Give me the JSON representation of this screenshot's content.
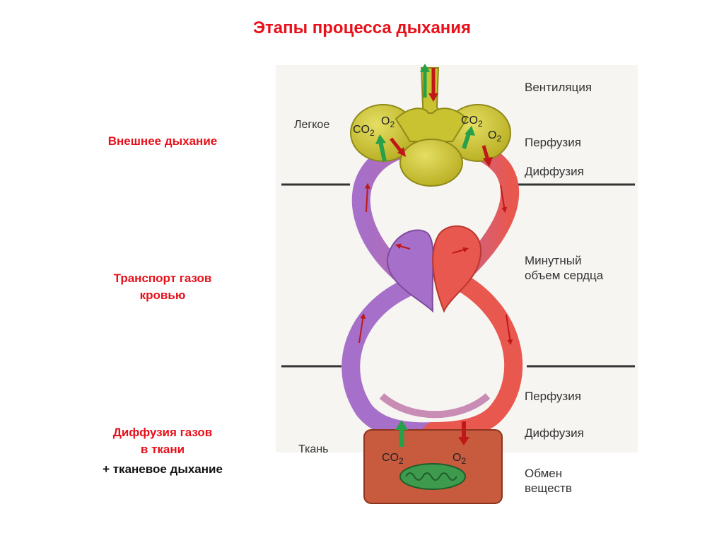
{
  "title": "Этапы процесса дыхания",
  "left_labels": {
    "external": "Внешнее дыхание",
    "transport_line1": "Транспорт газов",
    "transport_line2": "кровью",
    "diffusion_line1": "Диффузия газов",
    "diffusion_line2": "в ткани",
    "tissue_resp": "+ тканевое дыхание"
  },
  "inner_labels": {
    "lung": "Легкое",
    "tissue": "Ткань"
  },
  "right_labels": {
    "ventilation": "Вентиляция",
    "perfusion_top": "Перфузия",
    "diffusion_top": "Диффузия",
    "cardiac_line1": "Минутный",
    "cardiac_line2": "объем сердца",
    "perfusion_bottom": "Перфузия",
    "diffusion_bottom": "Диффузия",
    "metabolism_line1": "Обмен",
    "metabolism_line2": "веществ"
  },
  "gases": {
    "co2": "CO2",
    "o2": "O2"
  },
  "colors": {
    "accent_red": "#e8101a",
    "venous": "#a66fc9",
    "arterial": "#e9584f",
    "lung": "#c9c332",
    "tissue": "#c85a3e",
    "mitochondrion": "#3e9a4c"
  }
}
